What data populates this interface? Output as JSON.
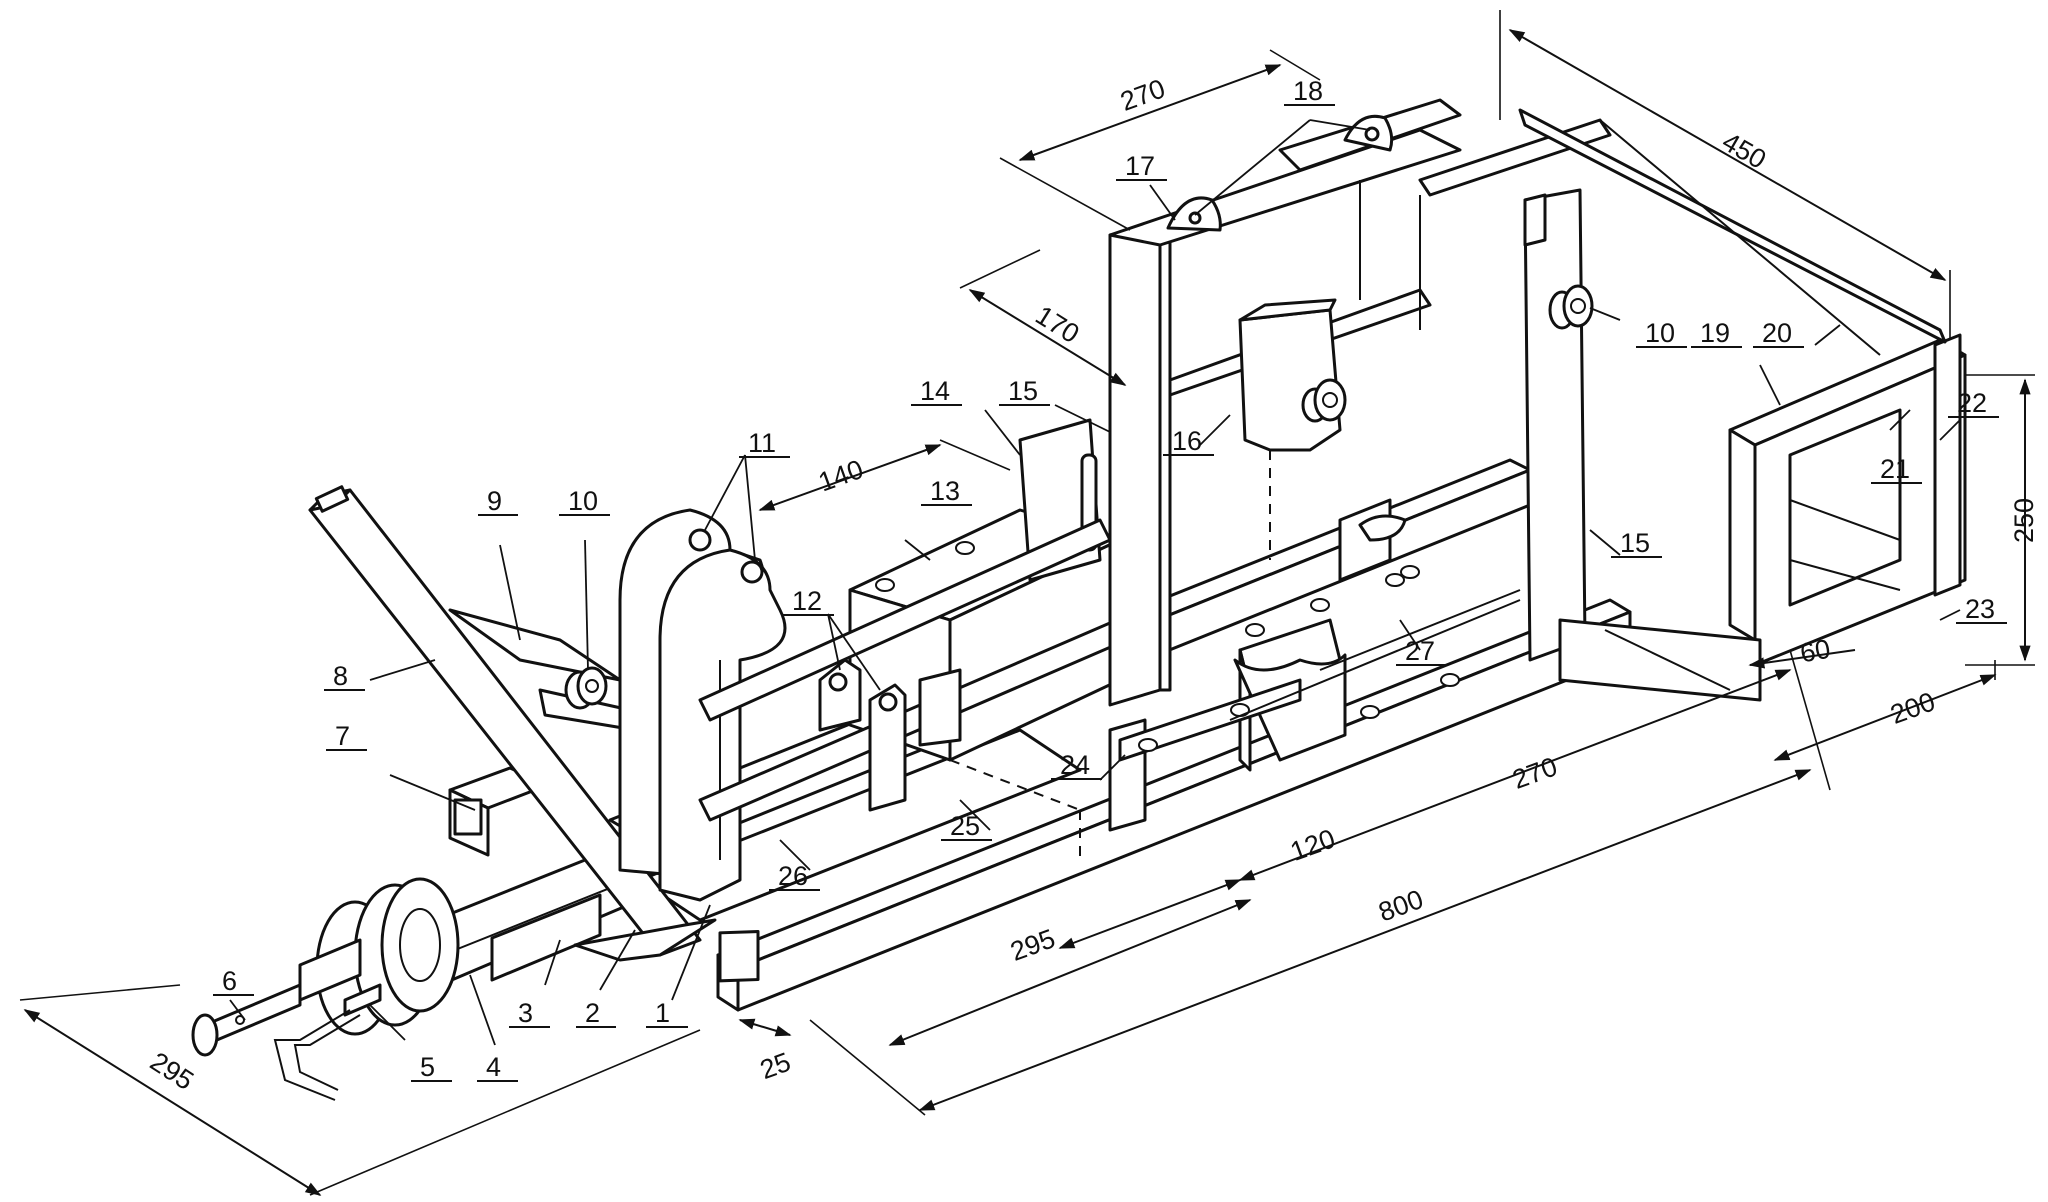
{
  "colors": {
    "ink": "#111111",
    "paper": "#ffffff"
  },
  "callouts": [
    {
      "id": "1",
      "label": "1"
    },
    {
      "id": "2",
      "label": "2"
    },
    {
      "id": "3",
      "label": "3"
    },
    {
      "id": "4",
      "label": "4"
    },
    {
      "id": "5",
      "label": "5"
    },
    {
      "id": "6",
      "label": "6"
    },
    {
      "id": "7",
      "label": "7"
    },
    {
      "id": "8",
      "label": "8"
    },
    {
      "id": "9",
      "label": "9"
    },
    {
      "id": "10a",
      "label": "10"
    },
    {
      "id": "10b",
      "label": "10"
    },
    {
      "id": "11",
      "label": "11"
    },
    {
      "id": "12",
      "label": "12"
    },
    {
      "id": "13",
      "label": "13"
    },
    {
      "id": "14",
      "label": "14"
    },
    {
      "id": "15a",
      "label": "15"
    },
    {
      "id": "15b",
      "label": "15"
    },
    {
      "id": "16",
      "label": "16"
    },
    {
      "id": "17",
      "label": "17"
    },
    {
      "id": "18",
      "label": "18"
    },
    {
      "id": "19",
      "label": "19"
    },
    {
      "id": "20",
      "label": "20"
    },
    {
      "id": "21",
      "label": "21"
    },
    {
      "id": "22",
      "label": "22"
    },
    {
      "id": "23",
      "label": "23"
    },
    {
      "id": "24",
      "label": "24"
    },
    {
      "id": "25",
      "label": "25"
    },
    {
      "id": "26",
      "label": "26"
    },
    {
      "id": "27",
      "label": "27"
    }
  ],
  "dimensions": [
    {
      "id": "d270top",
      "value": "270"
    },
    {
      "id": "d450",
      "value": "450"
    },
    {
      "id": "d170",
      "value": "170"
    },
    {
      "id": "d140",
      "value": "140"
    },
    {
      "id": "d250",
      "value": "250"
    },
    {
      "id": "d60",
      "value": "60"
    },
    {
      "id": "d200",
      "value": "200"
    },
    {
      "id": "d270bottom",
      "value": "270"
    },
    {
      "id": "d120",
      "value": "120"
    },
    {
      "id": "d800",
      "value": "800"
    },
    {
      "id": "d295mid",
      "value": "295"
    },
    {
      "id": "d25",
      "value": "25"
    },
    {
      "id": "d295left",
      "value": "295"
    }
  ]
}
